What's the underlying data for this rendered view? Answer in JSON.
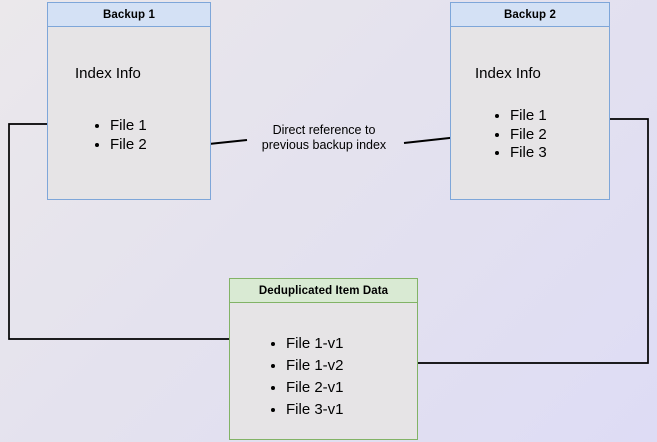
{
  "diagram": {
    "type": "backup-deduplication-diagram",
    "background": {
      "gradient_from": "#ebe8eb",
      "gradient_to": "#dedcf5"
    },
    "colors": {
      "blue_border": "#7ea6d9",
      "blue_header_fill": "#d4e1f5",
      "green_border": "#82b366",
      "green_header_fill": "#d9ead3",
      "box_body_fill": "#e6e4e6",
      "connector": "#000000"
    },
    "boxes": {
      "backup1": {
        "header": "Backup 1",
        "title": "Index Info",
        "files": [
          "File 1",
          "File 2"
        ]
      },
      "backup2": {
        "header": "Backup 2",
        "title": "Index Info",
        "files": [
          "File 1",
          "File 2",
          "File 3"
        ]
      },
      "dedup": {
        "header": "Deduplicated Item Data",
        "files": [
          "File 1-v1",
          "File 1-v2",
          "File 2-v1",
          "File 3-v1"
        ]
      }
    },
    "labels": {
      "direct_reference_line1": "Direct reference to",
      "direct_reference_line2": "previous backup index"
    }
  }
}
